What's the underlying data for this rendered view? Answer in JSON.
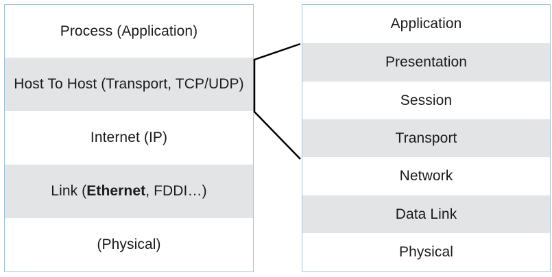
{
  "tcpip_model": {
    "layers": [
      {
        "label": "Process (Application)"
      },
      {
        "label": "Host To Host (Transport, TCP/UDP)"
      },
      {
        "label": "Internet (IP)"
      },
      {
        "label_pre": "Link (",
        "label_bold": "Ethernet",
        "label_post": ", FDDI…)"
      },
      {
        "label": "(Physical)"
      }
    ]
  },
  "osi_model": {
    "layers": [
      {
        "label": "Application"
      },
      {
        "label": "Presentation"
      },
      {
        "label": "Session"
      },
      {
        "label": "Transport"
      },
      {
        "label": "Network"
      },
      {
        "label": "Data Link"
      },
      {
        "label": "Physical"
      }
    ]
  },
  "colors": {
    "border": "#9ec3dc",
    "shaded_row": "#e3e4e6",
    "connector": "#000000"
  }
}
